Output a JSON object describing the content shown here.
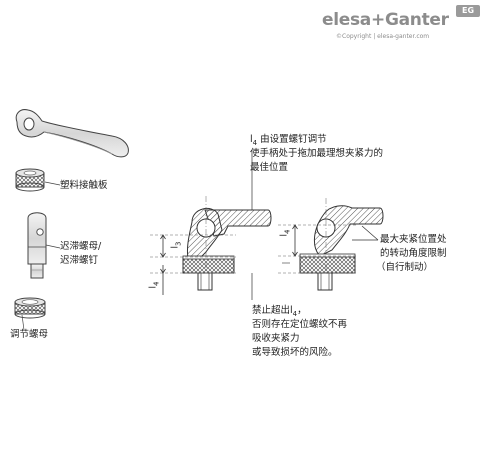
{
  "brand": {
    "name_part1": "elesa",
    "plus": "+",
    "name_part2": "Ganter",
    "badge": "EG",
    "copyright": "©Copyright | elesa-ganter.com"
  },
  "components": {
    "plastic_plate": "塑料接触板",
    "bush_line1": "迟滞螺母/",
    "bush_line2": "迟滞螺钉",
    "adjust_nut": "调节螺母"
  },
  "notes": {
    "l4_adjust": {
      "symbol": "l",
      "sub": "4",
      "line1_rest": " 由设置螺钉调节",
      "line2": "使手柄处于拖加最理想夹紧力的",
      "line3": "最佳位置"
    },
    "max_angle": {
      "line1": "最大夹紧位置处",
      "line2": "的转动角度限制",
      "line3": "（自行制动）"
    },
    "warning": {
      "line1_pre": "禁止超出l",
      "line1_sub": "4",
      "line1_post": "，",
      "line2": "否则存在定位螺纹不再",
      "line3": "吸收夹紧力",
      "line4": "或导致损坏的风险。"
    }
  },
  "dimensions": {
    "left_l3": "l",
    "left_l3_sub": "3",
    "left_l4": "l",
    "left_l4_sub": "4",
    "right_l4": "l",
    "right_l4_sub": "4"
  },
  "colors": {
    "brand_gray": "#8c8c8c",
    "line": "#333333",
    "hatch": "#555555"
  },
  "icons": [
    "cam-lever-icon",
    "knurled-nut-icon",
    "bush-pin-icon",
    "adjust-ring-icon"
  ]
}
